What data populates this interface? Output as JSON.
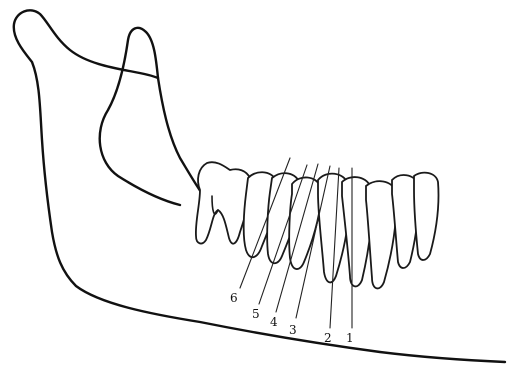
{
  "figure": {
    "labels": [
      "6",
      "5",
      "4",
      "3",
      "2",
      "1"
    ]
  }
}
